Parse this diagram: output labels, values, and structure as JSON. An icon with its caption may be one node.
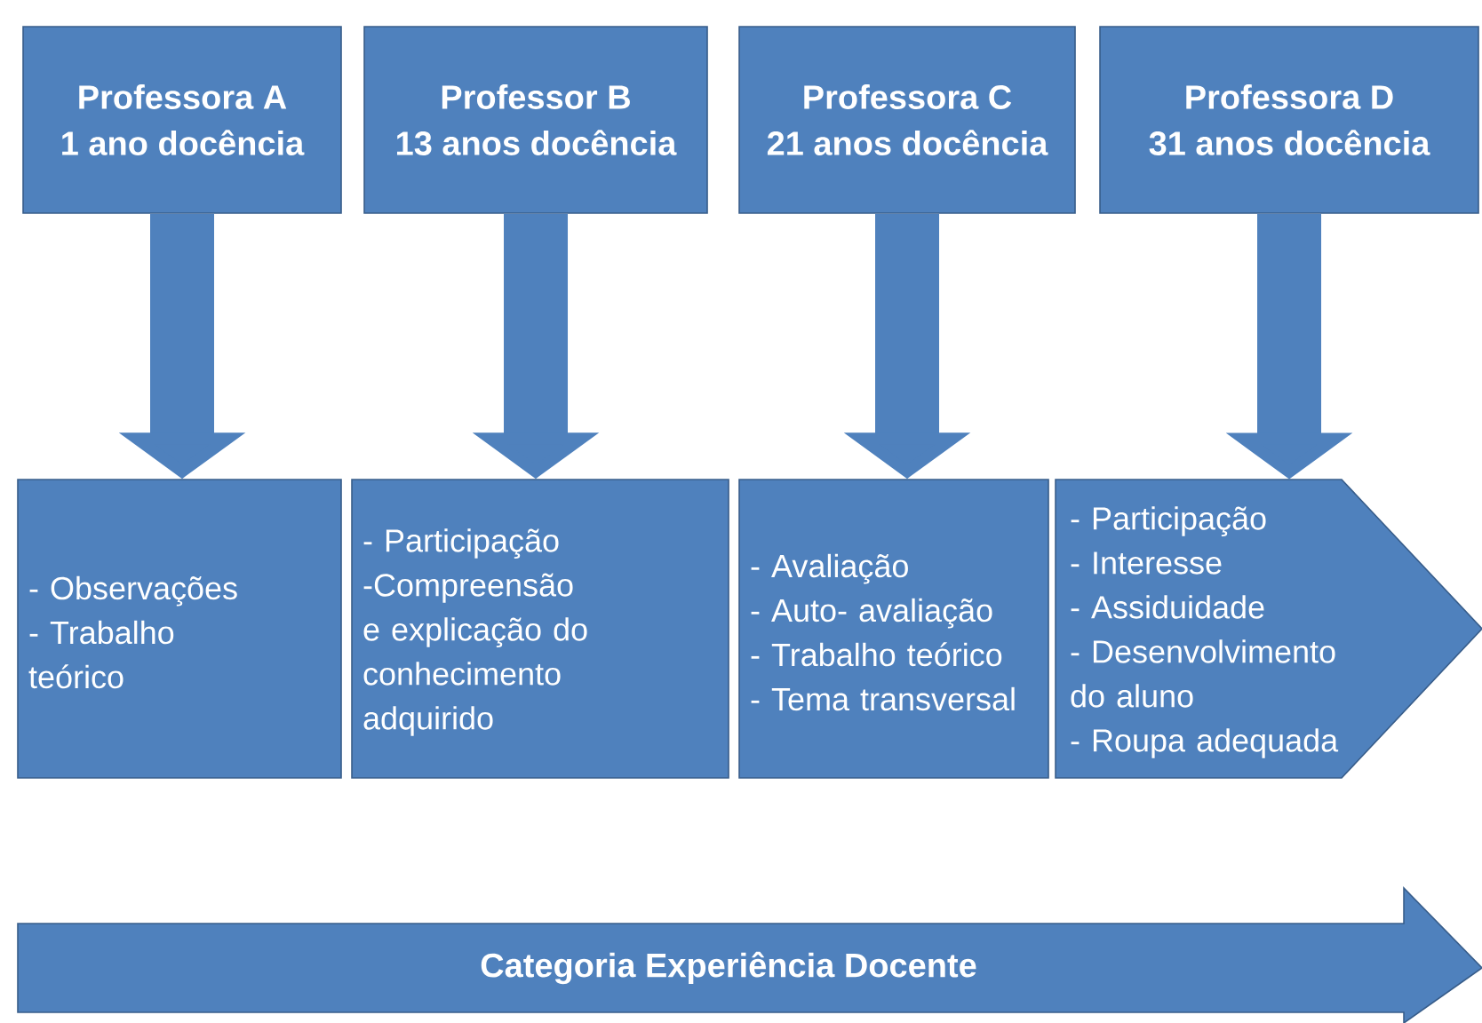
{
  "diagram": {
    "nodes": [
      {
        "text": [
          "Professora A",
          "1 ano docência"
        ]
      },
      {
        "text": [
          "Professor B",
          "13 anos docência"
        ]
      },
      {
        "text": [
          "Professora C",
          "21 anos docência"
        ]
      },
      {
        "text": [
          "Professora D",
          "31 anos docência"
        ]
      },
      {
        "text": [
          "- Observações",
          "- Trabalho teórico"
        ]
      },
      {
        "text": [
          "- Participação",
          "-Compreensão e explicação do conhecimento adquirido"
        ]
      },
      {
        "text": [
          "- Avaliação",
          "- Auto- avaliação",
          "- Trabalho teórico",
          "- Tema transversal"
        ]
      },
      {
        "text": [
          "- Participação",
          "- Interesse",
          "- Assiduidade",
          "- Desenvolvimento do aluno",
          "- Roupa adequada"
        ]
      },
      {
        "text": [
          "Categoria Experiência Docente"
        ]
      }
    ],
    "edges": [
      {
        "from": 0,
        "to": 4,
        "arrow": "to"
      },
      {
        "from": 1,
        "to": 5,
        "arrow": "to"
      },
      {
        "from": 2,
        "to": 6,
        "arrow": "to"
      },
      {
        "from": 3,
        "to": 7,
        "arrow": "to"
      }
    ]
  }
}
